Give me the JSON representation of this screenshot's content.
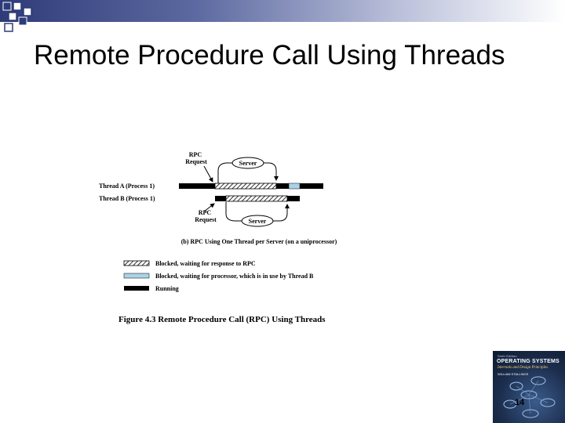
{
  "slide": {
    "title": "Remote Procedure Call Using Threads",
    "number": "14"
  },
  "figure": {
    "rpc_request_top": [
      "RPC",
      "Request"
    ],
    "rpc_request_bottom": [
      "RPC",
      "Request"
    ],
    "server_top": "Server",
    "server_bottom": "Server",
    "thread_a": "Thread A (Process 1)",
    "thread_b": "Thread B (Process 1)",
    "subcaption": "(b) RPC Using One Thread per Server (on a uniprocessor)",
    "legend": [
      {
        "label": "Blocked, waiting for response to RPC",
        "pattern": "hatched"
      },
      {
        "label": "Blocked, waiting for processor, which is in use by Thread B",
        "color": "#a9d3e6"
      },
      {
        "label": "Running",
        "color": "#000000"
      }
    ],
    "caption": "Figure 4.3  Remote Procedure Call (RPC) Using Threads"
  },
  "book_cover": {
    "line1": "Sixth Edition",
    "line2": "OPERATING SYSTEMS",
    "line3": "Internals and Design Principles",
    "line4": "WILLIAM STALLINGS"
  },
  "colors": {
    "title_bar_dark": "#2e3b78",
    "blocked_processor": "#a9d3e6",
    "running": "#000000"
  }
}
